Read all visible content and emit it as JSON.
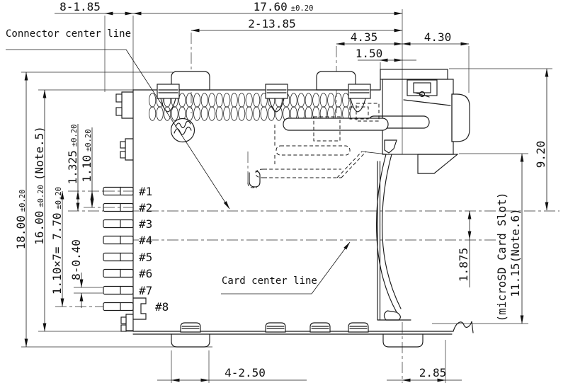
{
  "labels": {
    "connector_center_line": "Connector center line",
    "card_center_line": "Card center line"
  },
  "pins": [
    "#1",
    "#2",
    "#3",
    "#4",
    "#5",
    "#6",
    "#7",
    "#8"
  ],
  "dims": {
    "pin_length": {
      "v": "8-1.85"
    },
    "body_width": {
      "v": "17.60",
      "tol": "±0.20"
    },
    "tab_offset": {
      "v": "2-13.85"
    },
    "d4_35": {
      "v": "4.35"
    },
    "d4_30": {
      "v": "4.30"
    },
    "d1_50": {
      "v": "1.50"
    },
    "overall_height": {
      "v": "18.00",
      "tol": "±0.20"
    },
    "body_height": {
      "v": "16.00",
      "tol": "±0.20",
      "note": "(Note.5)"
    },
    "pin_span": {
      "v": "1.10×7= 7.70",
      "tol": "±0.20"
    },
    "pin_width": {
      "v": "8-0.40"
    },
    "d1_325": {
      "v": "1.325",
      "tol": "±0.20"
    },
    "d1_10": {
      "v": "1.10",
      "tol": "±0.20"
    },
    "d9_20": {
      "v": "9.20"
    },
    "d1_875": {
      "v": "1.875"
    },
    "card_slot": {
      "v": "11.15(Note.6)",
      "sub": "(microSD Card Slot)"
    },
    "foot_width": {
      "v": "4-2.50"
    },
    "d2_85": {
      "v": "2.85"
    }
  }
}
